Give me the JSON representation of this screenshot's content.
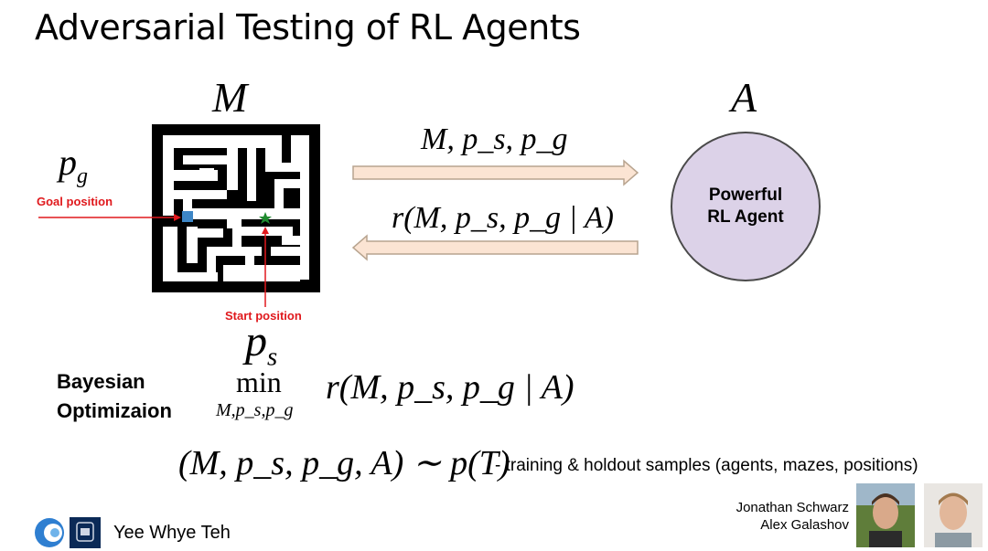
{
  "slide": {
    "title": "Adversarial Testing of RL Agents",
    "maze_symbol": "M",
    "agent_symbol": "A",
    "goal_symbol": "p_g",
    "goal_label": "Goal position",
    "start_label": "Start position",
    "start_symbol": "p_s",
    "arrow_forward_label": "M, p_s, p_g",
    "arrow_back_label": "r(M, p_s, p_g | A)",
    "agent_text_line1": "Powerful",
    "agent_text_line2": "RL Agent",
    "bo_line1": "Bayesian",
    "bo_line2": "Optimizaion",
    "min_word": "min",
    "min_subscript": "M,p_s,p_g",
    "min_objective": "r(M, p_s, p_g | A)",
    "distribution_expr": "(M, p_s, p_g, A) ∼ p(T)",
    "distribution_note": "- training & holdout samples (agents, mazes, positions)",
    "presenter": "Yee Whye Teh",
    "credit_1": "Jonathan Schwarz",
    "credit_2": "Alex Galashov"
  },
  "colors": {
    "arrow_fill": "#fbe4d3",
    "arrow_stroke": "#b8a48f",
    "agent_fill": "#dcd2e8",
    "red": "#e0191d",
    "goal_square": "#3d86c6",
    "start_star": "#1f8a2e",
    "oxford_blue": "#0b2a57"
  },
  "icons": [
    "deepmind-logo-icon",
    "oxford-crest-icon",
    "goal-marker-icon",
    "start-star-icon"
  ]
}
